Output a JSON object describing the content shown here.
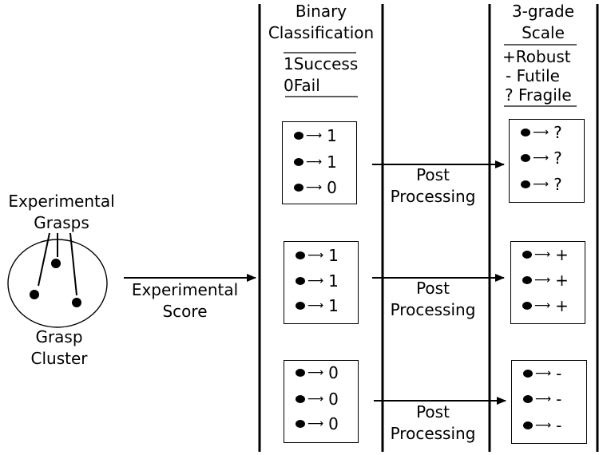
{
  "left": {
    "experimental_grasps": [
      "Experimental",
      "Grasps"
    ],
    "grasp_cluster": [
      "Grasp",
      "Cluster"
    ],
    "arrow_label": [
      "Experimental",
      "Score"
    ]
  },
  "binary": {
    "title": [
      "Binary",
      "Classification"
    ],
    "legend": [
      {
        "symbol": "1",
        "text": "Success"
      },
      {
        "symbol": "0",
        "text": "Fail"
      }
    ]
  },
  "scale": {
    "title": [
      "3-grade",
      "Scale"
    ],
    "legend": [
      {
        "symbol": "+",
        "text": "Robust"
      },
      {
        "symbol": "-",
        "text": "Futile"
      },
      {
        "symbol": "?",
        "text": "Fragile"
      }
    ]
  },
  "post_processing": [
    "Post",
    "Processing"
  ],
  "binary_boxes": [
    [
      "1",
      "1",
      "0"
    ],
    [
      "1",
      "1",
      "1"
    ],
    [
      "0",
      "0",
      "0"
    ]
  ],
  "scale_boxes": [
    [
      "?",
      "?",
      "?"
    ],
    [
      "+",
      "+",
      "+"
    ],
    [
      "-",
      "-",
      "-"
    ]
  ]
}
